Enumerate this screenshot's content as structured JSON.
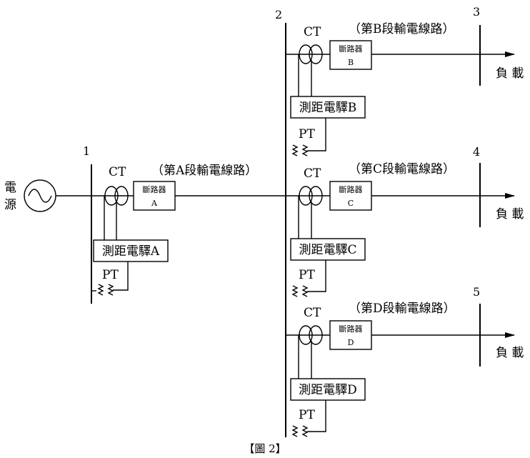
{
  "figure": {
    "caption": "【圖 2】",
    "bus_numbers": [
      "1",
      "2",
      "3",
      "4",
      "5"
    ],
    "source_label_top": "電",
    "source_label_bottom": "源",
    "ct_label": "CT",
    "pt_label": "PT",
    "load_label": "負 載",
    "breaker_title": "斷路器",
    "segment_A": "（第A段輸電線路）",
    "segment_B": "（第B段輸電線路）",
    "segment_C": "（第C段輸電線路）",
    "segment_D": "（第D段輸電線路）",
    "breaker_A_letter": "A",
    "breaker_B_letter": "B",
    "breaker_C_letter": "C",
    "breaker_D_letter": "D",
    "relay_A": "測距電驛A",
    "relay_B": "測距電驛B",
    "relay_C": "測距電驛C",
    "relay_D": "測距電驛D"
  }
}
